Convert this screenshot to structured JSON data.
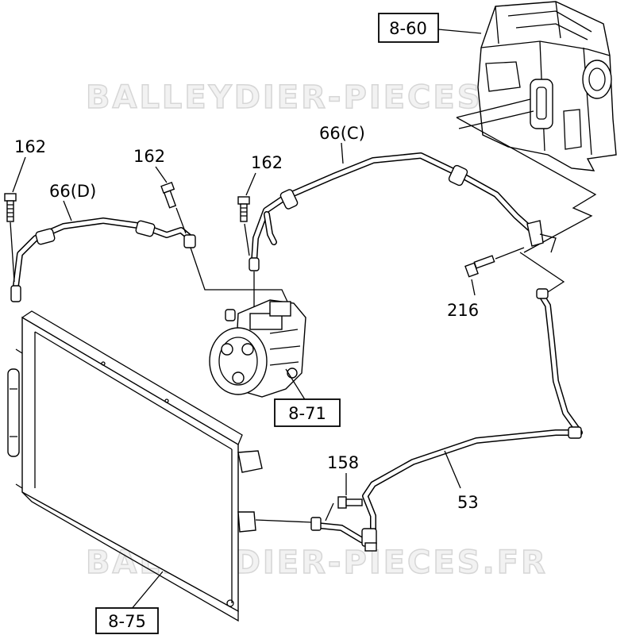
{
  "watermarks": [
    "BALLEYDIER-PIECES.FR",
    "BALLEYDIER-PIECES.FR"
  ],
  "callouts": {
    "heater_unit": "8-60",
    "compressor": "8-71",
    "condenser": "8-75"
  },
  "part_numbers": {
    "bolt_left": "162",
    "bolt_mid": "162",
    "bolt_right": "162",
    "hose_d": "66(D)",
    "hose_c": "66(C)",
    "bolt_216": "216",
    "bolt_158": "158",
    "pipe_53": "53"
  }
}
